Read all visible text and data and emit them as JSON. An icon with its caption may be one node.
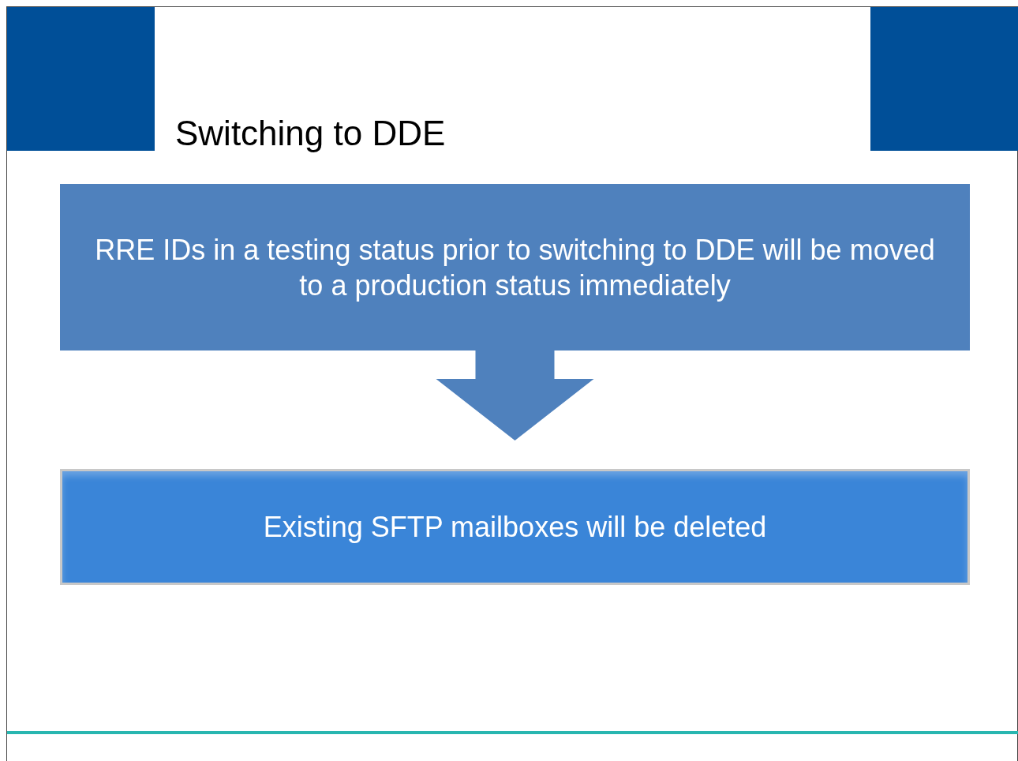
{
  "diagram": {
    "title": "Switching to DDE",
    "nodes": [
      {
        "text": [
          "RRE IDs in a testing status prior to switching to DDE will be moved to a production status immediately"
        ]
      },
      {
        "text": [
          "Existing SFTP mailboxes will be deleted"
        ]
      }
    ],
    "edges": [
      {
        "from": 0,
        "to": 1,
        "arrow": "to"
      }
    ]
  }
}
